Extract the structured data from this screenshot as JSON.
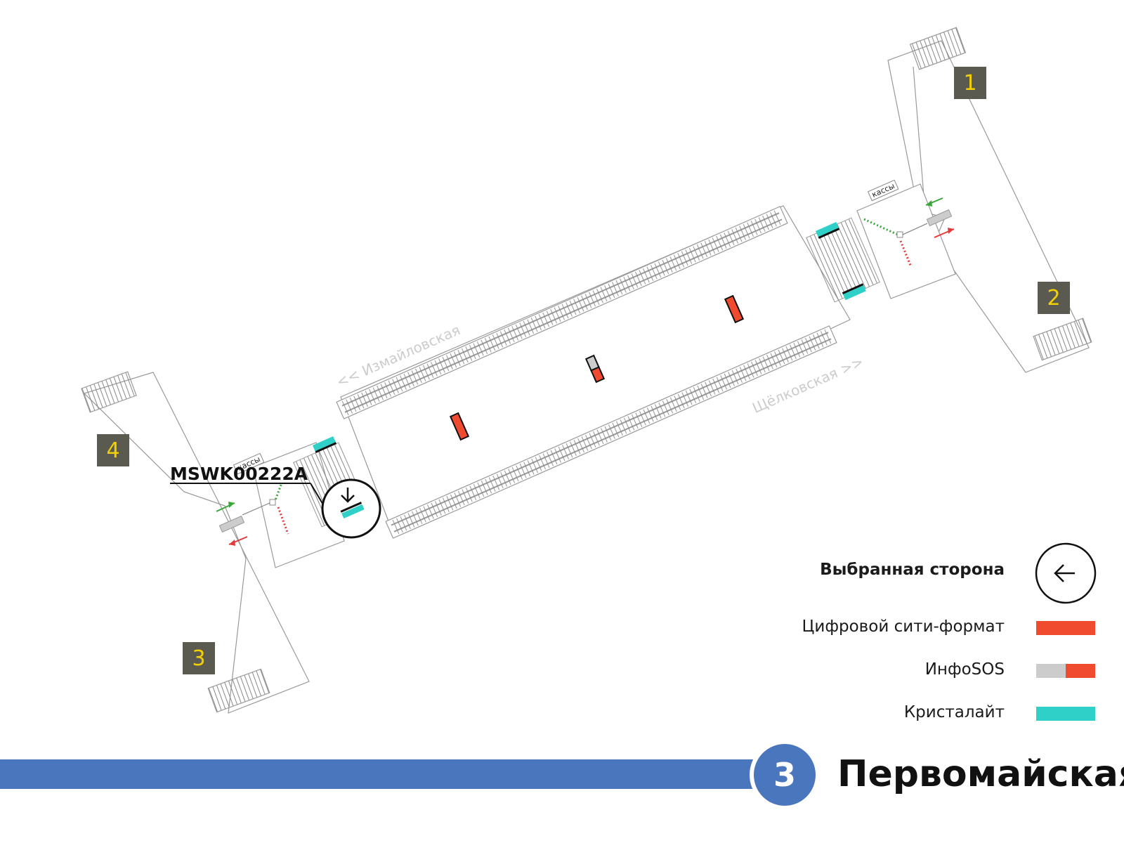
{
  "station": {
    "name": "Первомайская",
    "line_number": "3",
    "line_color": "#4a76bd"
  },
  "exits": [
    {
      "label": "1"
    },
    {
      "label": "2"
    },
    {
      "label": "3"
    },
    {
      "label": "4"
    }
  ],
  "directions": {
    "left": "<< Измайловская",
    "right": "Щёлковская >>"
  },
  "ticket_office_label": "кассы",
  "selected_board": "MSWK00222A",
  "legend": {
    "selected_side": "Выбранная сторона",
    "digital_city_format": "Цифровой сити-формат",
    "infosos": "ИнфоSOS",
    "cristalight": "Кристалайт"
  },
  "colors": {
    "digital_city_format": "#f04a2f",
    "infosos_gray": "#cccccc",
    "cristalight": "#2fd0c8",
    "exit_box": "#5a5a50",
    "exit_text": "#f5d000"
  }
}
